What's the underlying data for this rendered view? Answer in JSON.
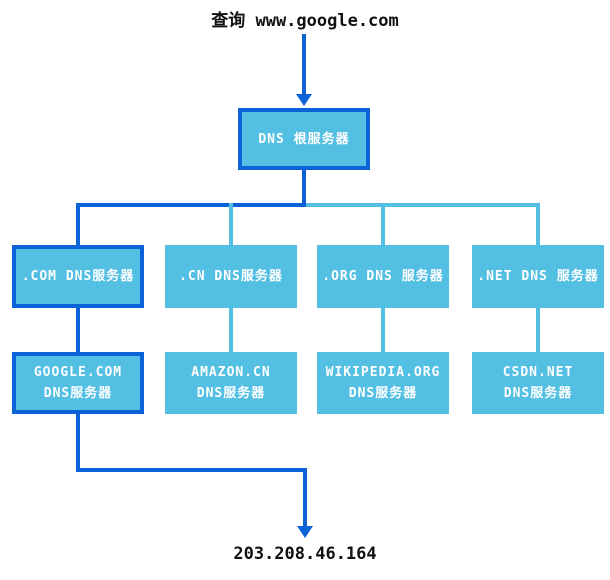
{
  "query": {
    "label": "查询 www.google.com"
  },
  "root_server": {
    "label": "DNS 根服务器"
  },
  "tld_servers": [
    {
      "label": ".COM DNS服务器",
      "highlighted": true
    },
    {
      "label": ".CN DNS服务器",
      "highlighted": false
    },
    {
      "label": ".ORG DNS 服务器",
      "highlighted": false
    },
    {
      "label": ".NET DNS 服务器",
      "highlighted": false
    }
  ],
  "authoritative_servers": [
    {
      "line1": "GOOGLE.COM",
      "line2": "DNS服务器",
      "highlighted": true
    },
    {
      "line1": "AMAZON.CN",
      "line2": "DNS服务器",
      "highlighted": false
    },
    {
      "line1": "WIKIPEDIA.ORG",
      "line2": "DNS服务器",
      "highlighted": false
    },
    {
      "line1": "CSDN.NET",
      "line2": "DNS服务器",
      "highlighted": false
    }
  ],
  "result": {
    "ip": "203.208.46.164"
  },
  "colors": {
    "highlight_blue": "#0c63d8",
    "node_blue": "#53bfe2",
    "node_text": "#ffffff",
    "plain_text": "#111111",
    "background": "#ffffff"
  }
}
